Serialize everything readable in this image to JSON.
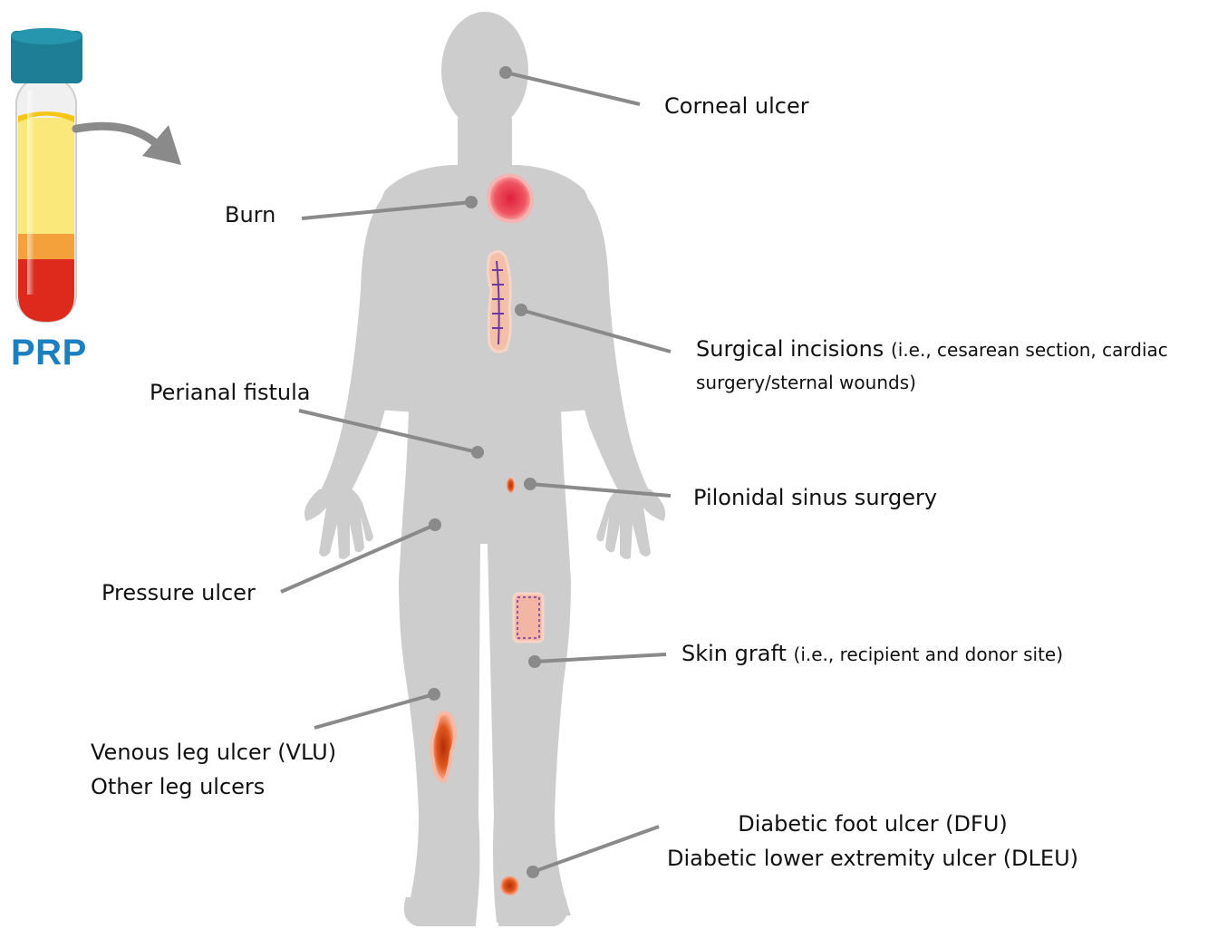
{
  "prp_label": "PRP",
  "colors": {
    "body": "#cdcdcd",
    "leader": "#8a8a8a",
    "prp_text": "#1c7fbf",
    "tube_cap": "#1e7e95",
    "plasma": "#fbe87a",
    "buffy": "#f4a13c",
    "red_cells": "#dd2a1c",
    "wound": "#e8424f",
    "suture": "#6a3aa0"
  },
  "labels": {
    "corneal": "Corneal ulcer",
    "burn": "Burn",
    "surgical_main": "Surgical incisions",
    "surgical_sub1": "(i.e., cesarean section, cardiac",
    "surgical_sub2": "surgery/sternal wounds)",
    "perianal": "Perianal fistula",
    "pilonidal": "Pilonidal sinus surgery",
    "pressure": "Pressure ulcer",
    "skin_main": "Skin graft",
    "skin_sub": "(i.e., recipient and donor site)",
    "vlu_line1": "Venous leg ulcer (VLU)",
    "vlu_line2": "Other leg ulcers",
    "dfu_line1": "Diabetic foot ulcer (DFU)",
    "dfu_line2": "Diabetic lower extremity ulcer (DLEU)"
  }
}
